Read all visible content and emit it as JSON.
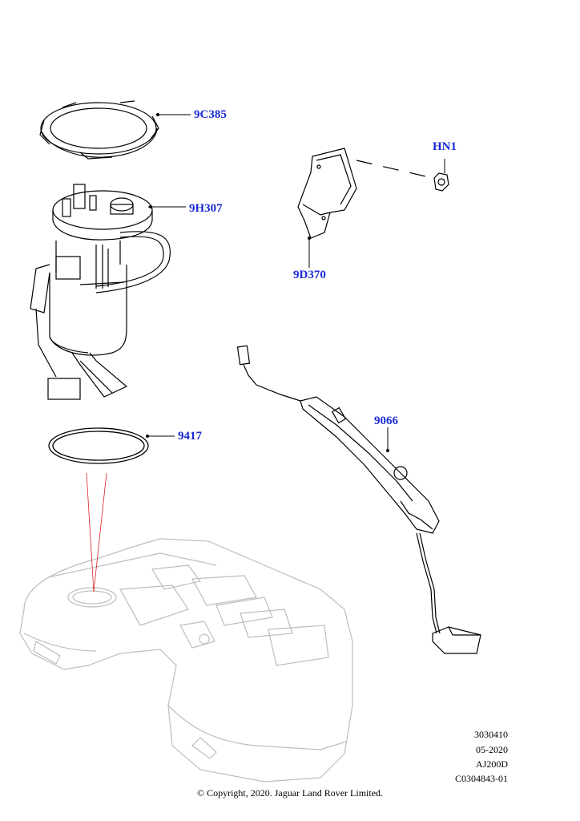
{
  "callouts": {
    "ring_seal": "9C385",
    "pump_module": "9H307",
    "nut": "HN1",
    "bracket": "9D370",
    "o_ring": "9417",
    "level_sensor": "9066"
  },
  "reference": {
    "line1": "3030410",
    "line2": "05-2020",
    "line3": "AJ200D",
    "line4": "C0304843-01"
  },
  "copyright": "© Copyright, 2020. Jaguar Land Rover Limited.",
  "colors": {
    "callout": "#1a2ad6",
    "line_art": "#000000",
    "ghost_tank": "#bdbdbd",
    "guide_lines": "#e02020"
  }
}
